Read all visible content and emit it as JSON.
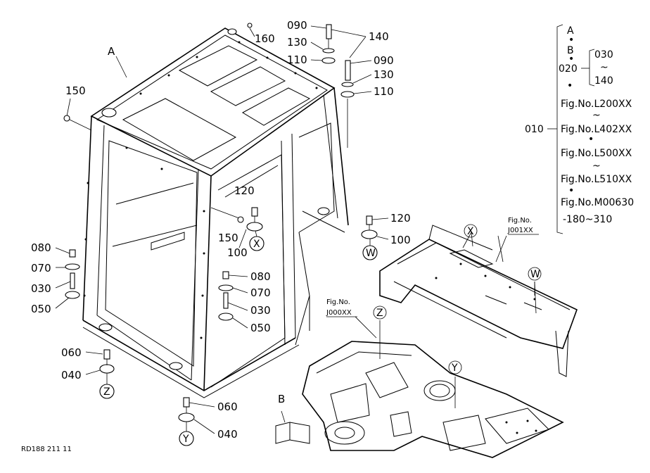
{
  "diagram": {
    "part_labels": {
      "A": "A",
      "B": "B",
      "p010": "010",
      "p020": "020",
      "p030_left": "030",
      "p030_right": "030",
      "p040_left": "040",
      "p040_bottom": "040",
      "p050_left": "050",
      "p050_right": "050",
      "p060_left": "060",
      "p060_bottom": "060",
      "p070_left": "070",
      "p070_right": "070",
      "p080_left": "080",
      "p080_right": "080",
      "p090_top": "090",
      "p090_right": "090",
      "p100_center": "100",
      "p100_right": "100",
      "p110_top": "110",
      "p110_right": "110",
      "p120_center": "120",
      "p120_right": "120",
      "p130_top": "130",
      "p130_right": "130",
      "p140_top": "140",
      "p150_left": "150",
      "p150_center": "150",
      "p160": "160"
    },
    "view_markers": {
      "X_cab": "X",
      "X_frame": "X",
      "W_cab": "W",
      "W_frame": "W",
      "Y_cab": "Y",
      "Y_frame": "Y",
      "Z_cab": "Z",
      "Z_frame": "Z"
    },
    "fig_refs": {
      "j001_title": "Fig.No.",
      "j001_code": "J001XX",
      "j000_title": "Fig.No.",
      "j000_code": "J000XX"
    },
    "legend": {
      "A": "A",
      "dot1": "•",
      "B": "B",
      "dot2": "•",
      "p020": "020",
      "range_from": "030",
      "tilde1": "~",
      "range_to": "140",
      "dot3": "•",
      "p010": "010",
      "fig1": "Fig.No.L200XX",
      "tilde2": "~",
      "fig2": "Fig.No.L402XX",
      "dot4": "•",
      "fig3": "Fig.No.L500XX",
      "tilde3": "~",
      "fig4": "Fig.No.L510XX",
      "dot5": "•",
      "fig5": "Fig.No.M00630",
      "fig5_range": "-180~310"
    },
    "drawing_code": "RD188 211 11"
  }
}
